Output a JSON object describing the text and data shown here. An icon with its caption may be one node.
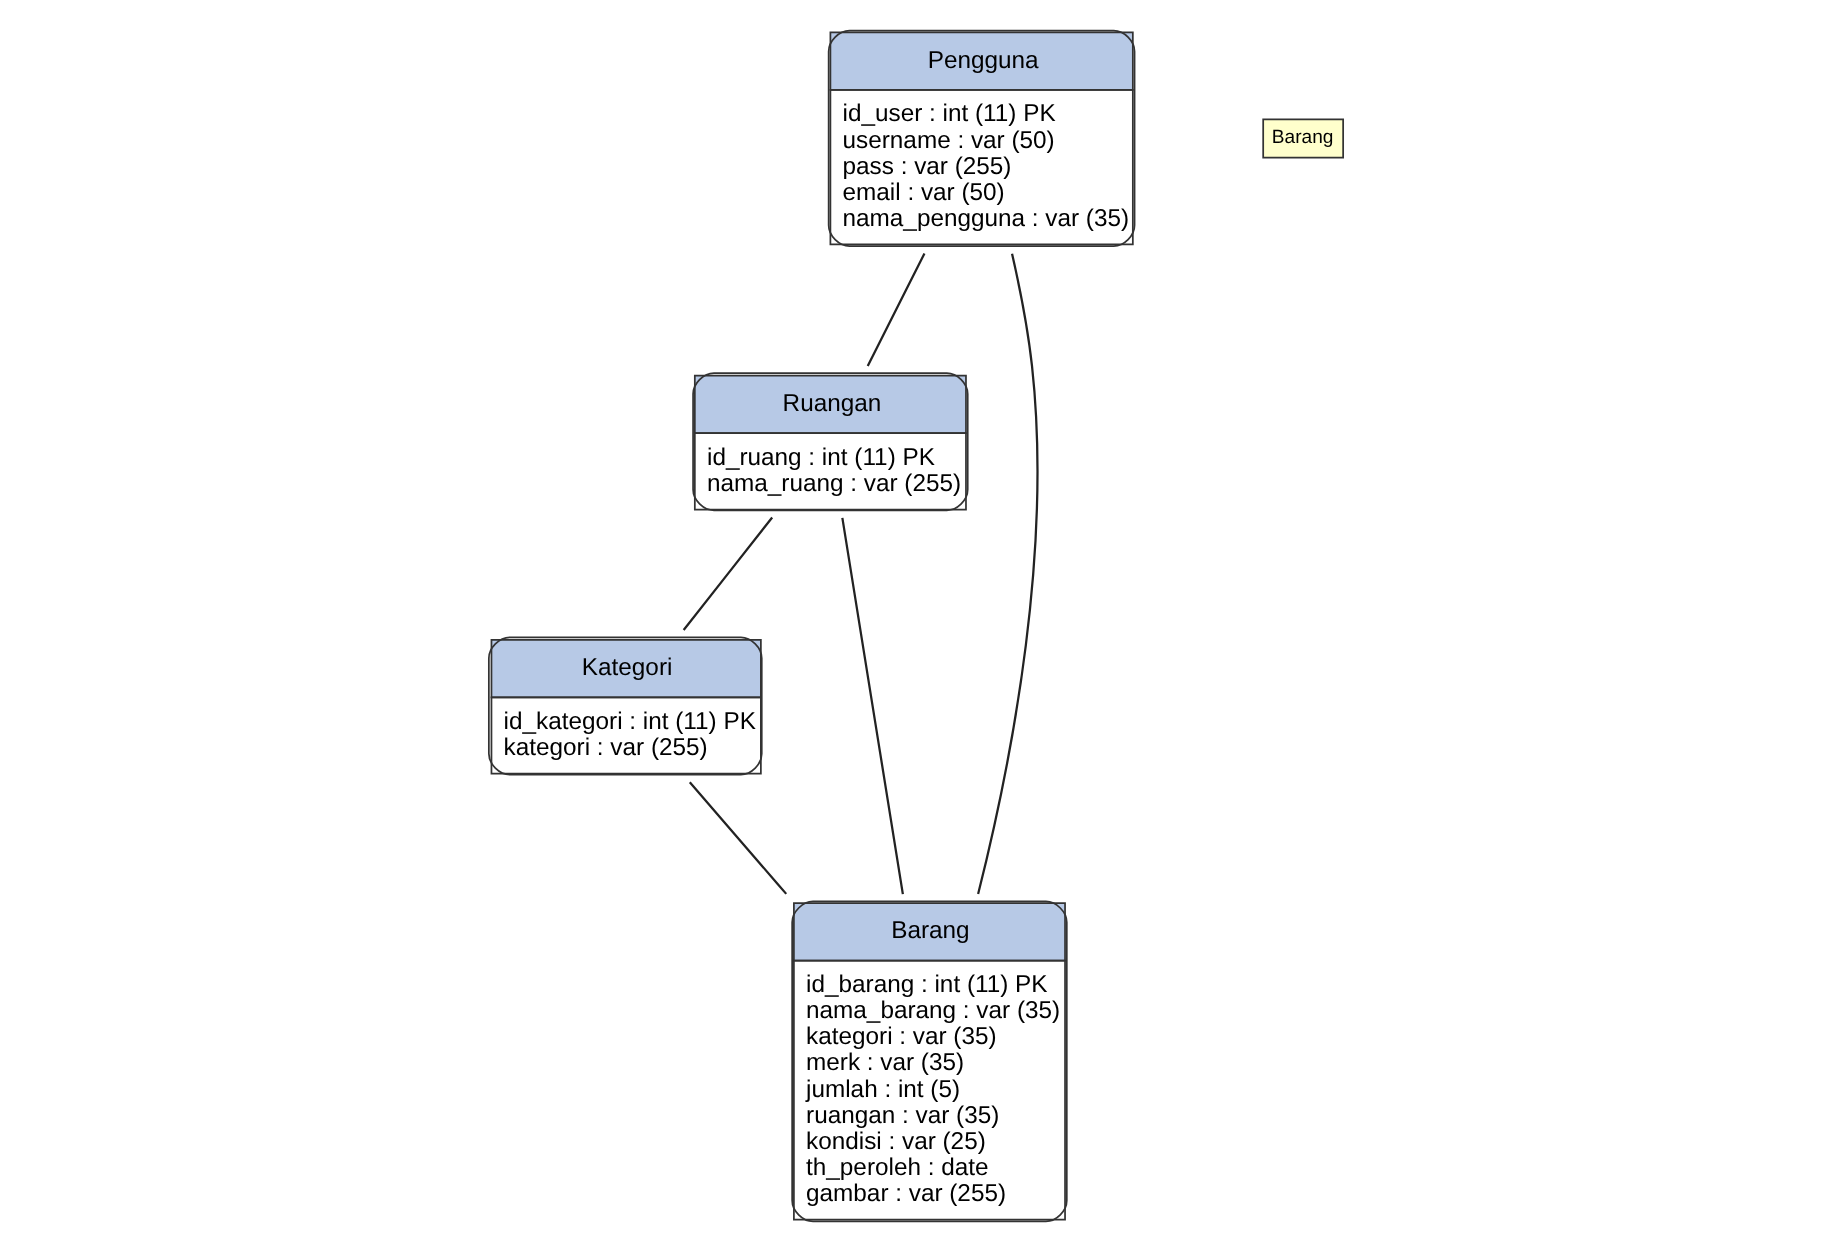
{
  "diagram": {
    "nodes": [
      {
        "text": [
          "Ruangan",
          "id_ruang : int (11) PK",
          "nama_ruang : var (255)"
        ]
      },
      {
        "text": [
          "Pengguna",
          "id_user : int (11) PK",
          "username : var (50)",
          "pass : var (255)",
          "email : var (50)",
          "nama_pengguna : var (35)"
        ]
      },
      {
        "text": [
          "Kategori",
          "id_kategori : int (11) PK",
          "kategori : var (255)"
        ]
      },
      {
        "text": [
          "Barang",
          "id_barang : int (11) PK",
          "nama_barang : var (35)",
          "kategori : var (35)",
          "merk : var (35)",
          "jumlah : int (5)",
          "ruangan : var (35)",
          "kondisi : var (25)",
          "th_peroleh : date",
          "gambar : var (255)"
        ]
      }
    ],
    "edges": [
      {
        "from": 1,
        "to": 0,
        "arrow": "none"
      },
      {
        "from": 0,
        "to": 2,
        "arrow": "none"
      },
      {
        "from": 0,
        "to": 3,
        "arrow": "none"
      },
      {
        "from": 1,
        "to": 3,
        "arrow": "none"
      },
      {
        "from": 2,
        "to": 3,
        "arrow": "none"
      }
    ],
    "labels": [
      "Barang"
    ]
  }
}
